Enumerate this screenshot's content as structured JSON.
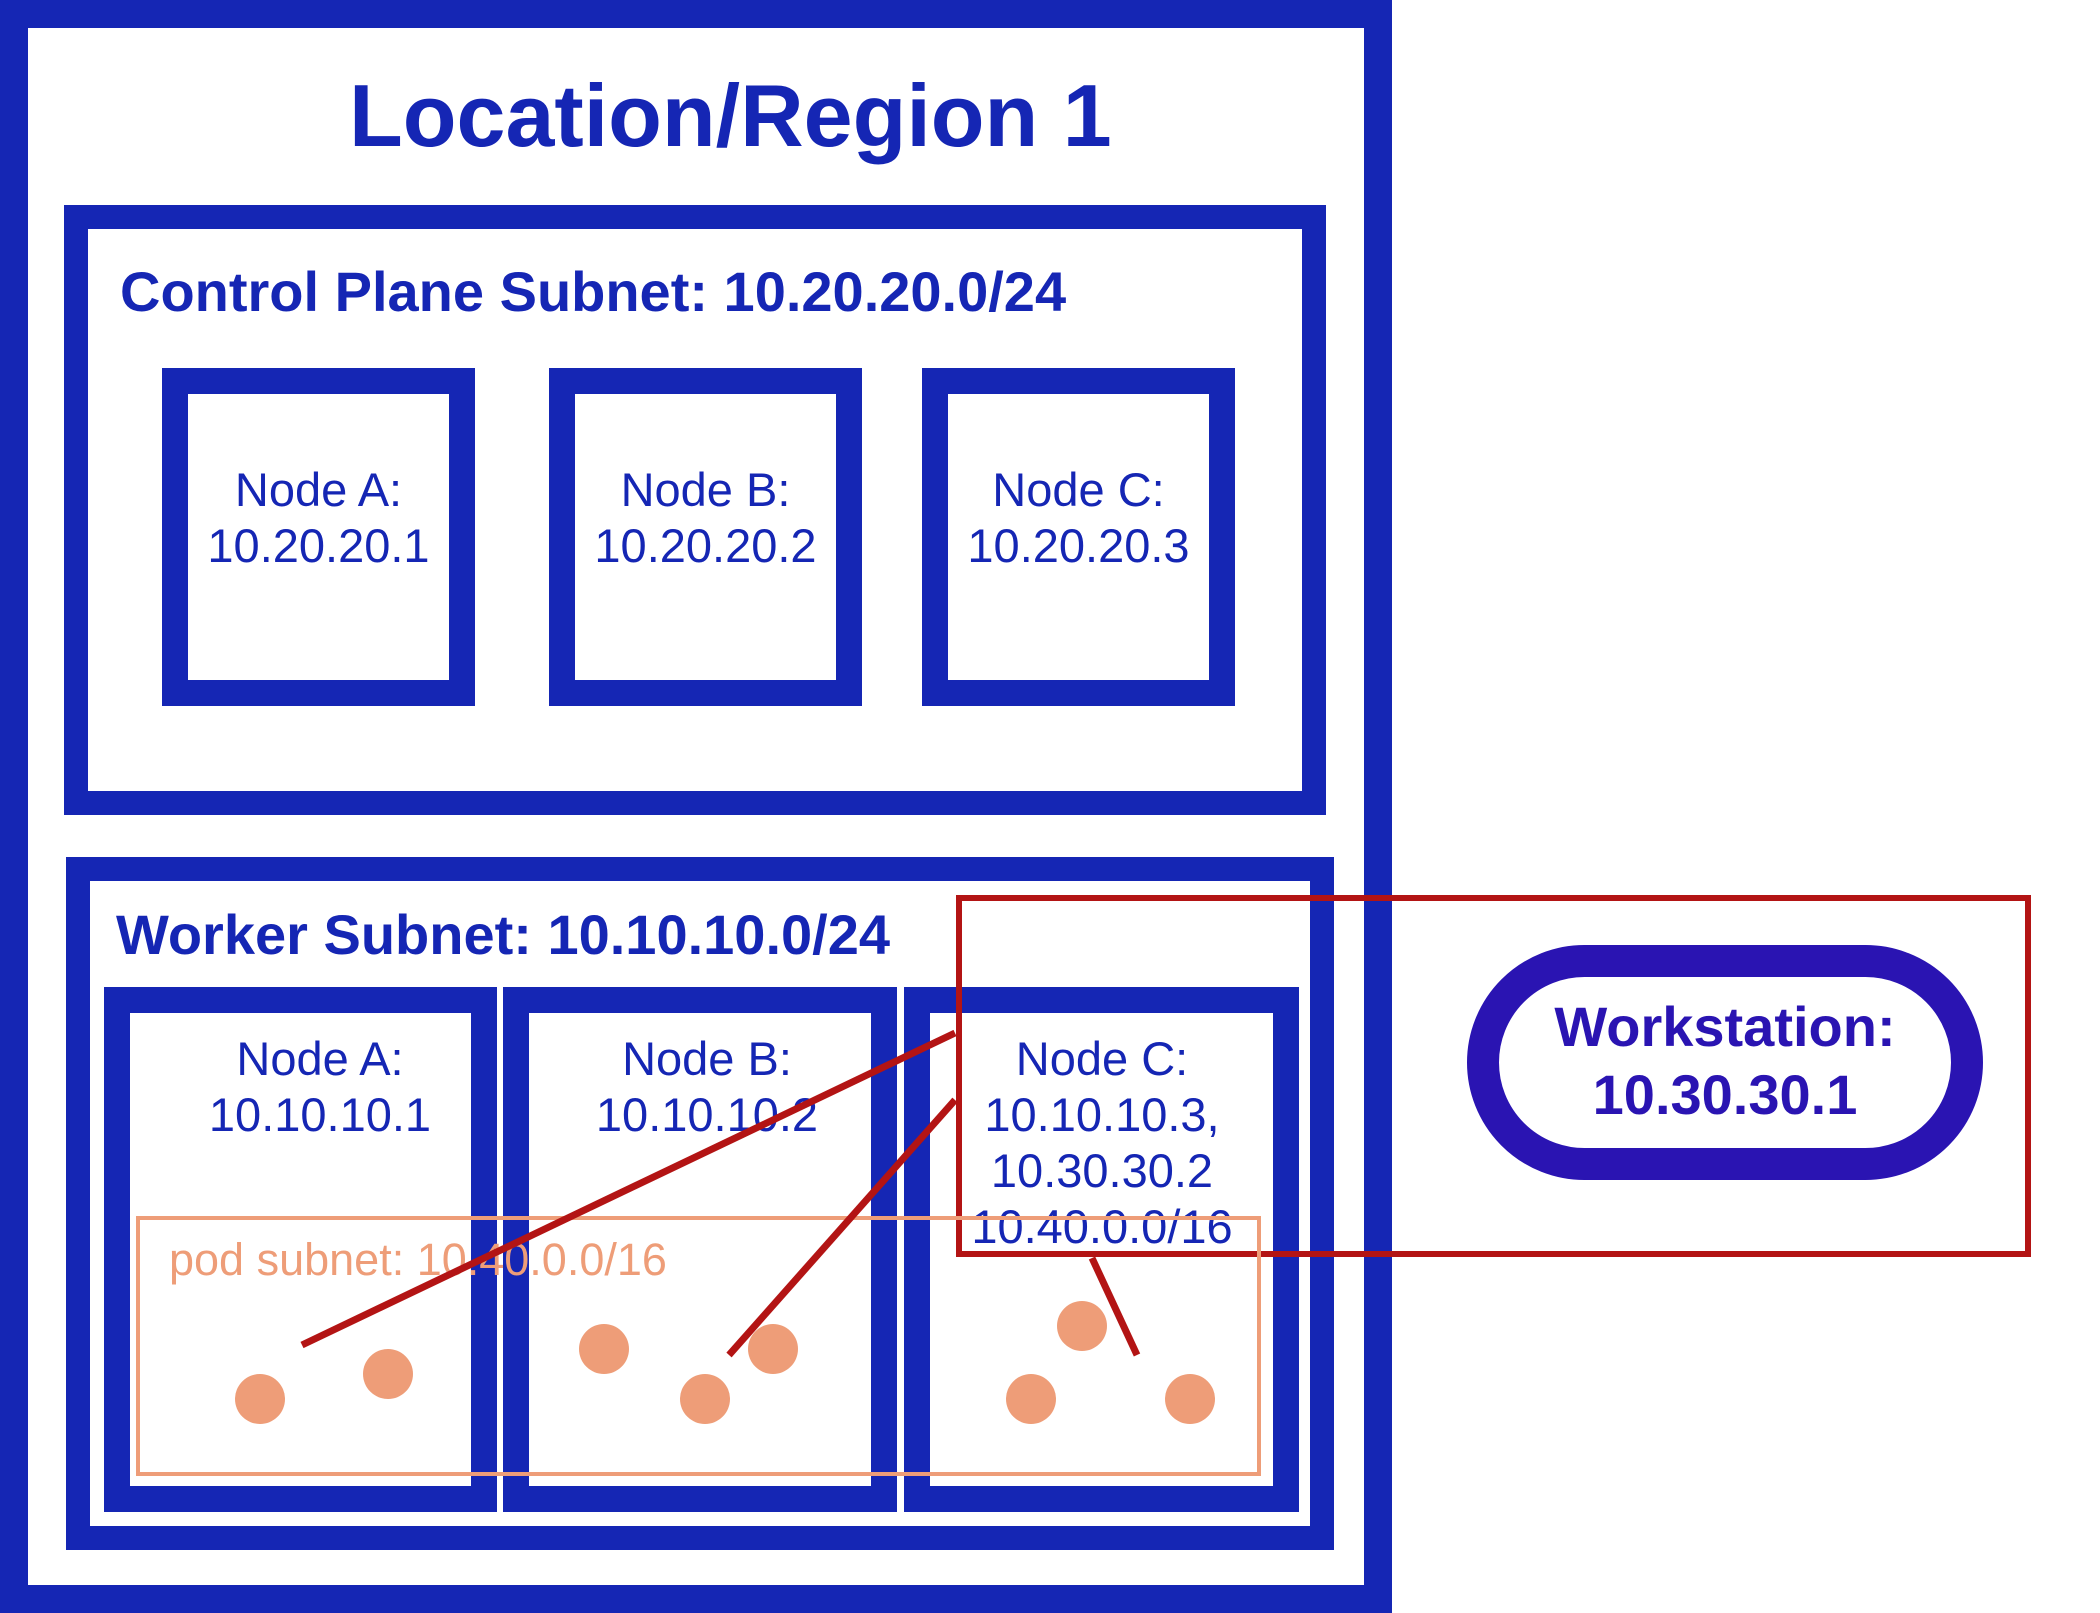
{
  "colors": {
    "infra": "#1526b4",
    "workstation": "#2a14b2",
    "vpn": "#b31414",
    "pod": "#ee9d78"
  },
  "region": {
    "title": "Location/Region 1"
  },
  "control_plane": {
    "title": "Control Plane Subnet: 10.20.20.0/24",
    "nodes": [
      {
        "name": "Node A:",
        "ip": "10.20.20.1"
      },
      {
        "name": "Node B:",
        "ip": "10.20.20.2"
      },
      {
        "name": "Node C:",
        "ip": "10.20.20.3"
      }
    ]
  },
  "worker": {
    "title": "Worker Subnet: 10.10.10.0/24",
    "nodes": [
      {
        "name": "Node A:",
        "ip": "10.10.10.1"
      },
      {
        "name": "Node B:",
        "ip": "10.10.10.2"
      },
      {
        "name": "Node C:",
        "ip": "10.10.10.3,",
        "ip2": "10.30.30.2",
        "ip3": "10.40.0.0/16"
      }
    ]
  },
  "pod_subnet": {
    "label": "pod subnet: 10.40.0.0/16"
  },
  "workstation": {
    "name": "Workstation:",
    "ip": "10.30.30.1"
  }
}
